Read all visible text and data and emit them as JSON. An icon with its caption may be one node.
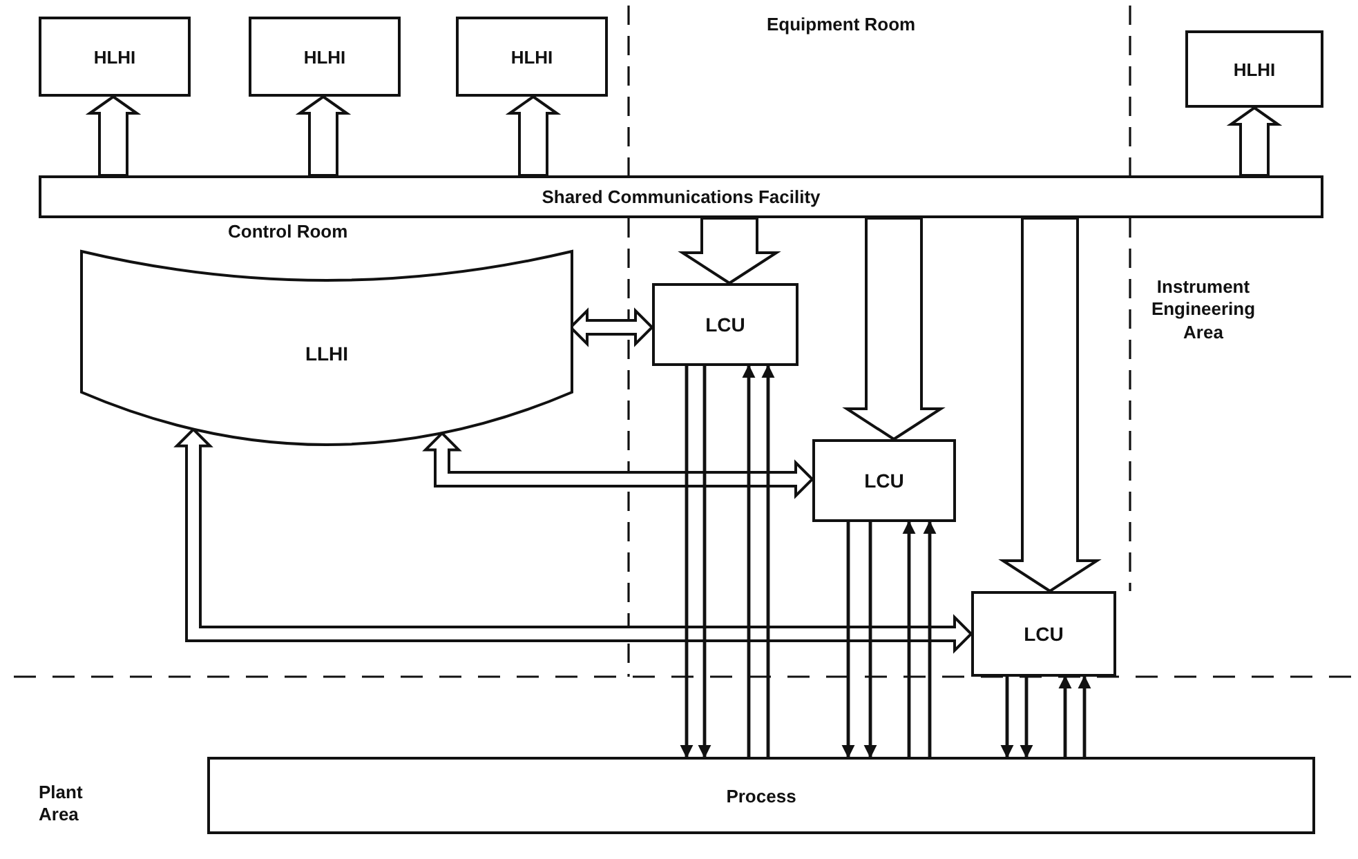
{
  "diagram": {
    "nodes": [
      {
        "text": [
          "HLHI"
        ]
      },
      {
        "text": [
          "HLHI"
        ]
      },
      {
        "text": [
          "HLHI"
        ]
      },
      {
        "text": [
          "HLHI"
        ]
      },
      {
        "text": [
          "Shared Communications Facility"
        ]
      },
      {
        "text": [
          "LLHI"
        ]
      },
      {
        "text": [
          "LCU"
        ]
      },
      {
        "text": [
          "LCU"
        ]
      },
      {
        "text": [
          "LCU"
        ]
      },
      {
        "text": [
          "Process"
        ]
      }
    ],
    "edges": [
      {
        "from": 4,
        "to": 0,
        "arrow": "to",
        "style": "thick"
      },
      {
        "from": 4,
        "to": 1,
        "arrow": "to",
        "style": "thick"
      },
      {
        "from": 4,
        "to": 2,
        "arrow": "to",
        "style": "thick"
      },
      {
        "from": 4,
        "to": 3,
        "arrow": "to",
        "style": "thick"
      },
      {
        "from": 4,
        "to": 6,
        "arrow": "to",
        "style": "thick"
      },
      {
        "from": 4,
        "to": 7,
        "arrow": "to",
        "style": "thick"
      },
      {
        "from": 4,
        "to": 8,
        "arrow": "to",
        "style": "thick"
      },
      {
        "from": 5,
        "to": 6,
        "arrow": "both",
        "style": "thick"
      },
      {
        "from": 5,
        "to": 7,
        "arrow": "both",
        "style": "thick"
      },
      {
        "from": 5,
        "to": 8,
        "arrow": "both",
        "style": "thick"
      },
      {
        "from": 6,
        "to": 9,
        "arrow": "to"
      },
      {
        "from": 6,
        "to": 9,
        "arrow": "to"
      },
      {
        "from": 9,
        "to": 6,
        "arrow": "to"
      },
      {
        "from": 9,
        "to": 6,
        "arrow": "to"
      },
      {
        "from": 7,
        "to": 9,
        "arrow": "to"
      },
      {
        "from": 7,
        "to": 9,
        "arrow": "to"
      },
      {
        "from": 9,
        "to": 7,
        "arrow": "to"
      },
      {
        "from": 9,
        "to": 7,
        "arrow": "to"
      },
      {
        "from": 8,
        "to": 9,
        "arrow": "to"
      },
      {
        "from": 8,
        "to": 9,
        "arrow": "to"
      },
      {
        "from": 9,
        "to": 8,
        "arrow": "to"
      },
      {
        "from": 9,
        "to": 8,
        "arrow": "to"
      }
    ],
    "labels": [
      "Equipment Room",
      "Control Room",
      "Instrument Engineering Area",
      "Plant Area"
    ]
  }
}
